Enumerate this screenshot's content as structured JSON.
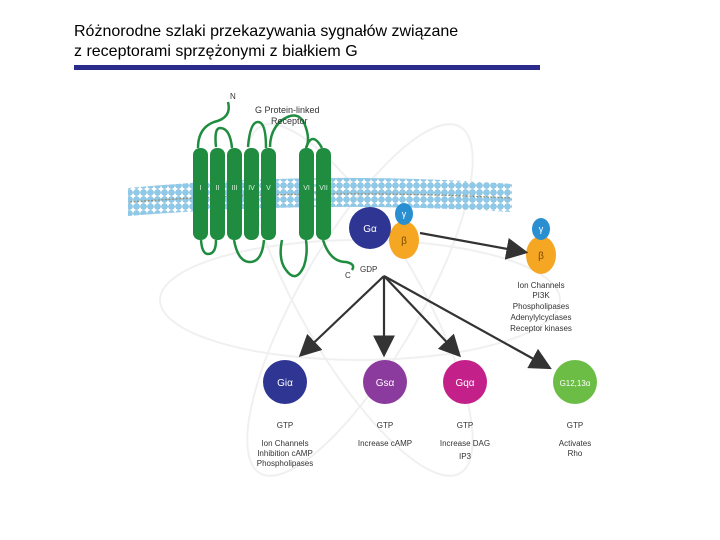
{
  "title": {
    "line1": "Różnorodne szlaki przekazywania sygnałów związane",
    "line2": "z receptorami sprzężonymi z białkiem G"
  },
  "receptor": {
    "n_terminus": "N",
    "c_terminus": "C",
    "name_line1": "G Protein-linked",
    "name_line2": "Receptor",
    "helices": [
      "I",
      "II",
      "III",
      "IV",
      "V",
      "VI",
      "VII"
    ]
  },
  "complex": {
    "alpha": "Gα",
    "beta": "β",
    "gamma": "γ",
    "gdp": "GDP"
  },
  "beta_gamma": {
    "gamma": "γ",
    "beta": "β",
    "targets": [
      "Ion Channels",
      "PI3K",
      "Phospholipases",
      "Adenylylcyclases",
      "Receptor kinases"
    ]
  },
  "subunits": [
    {
      "label": "Giα",
      "gtp": "GTP",
      "effects": [
        "Ion Channels",
        "Inhibition cAMP",
        "Phospholipases"
      ],
      "color": "#2e3592"
    },
    {
      "label": "Gsα",
      "gtp": "GTP",
      "effects": [
        "Increase cAMP"
      ],
      "color": "#8b3a9e"
    },
    {
      "label": "Gqα",
      "gtp": "GTP",
      "effects": [
        "Increase DAG",
        "IP3"
      ],
      "color": "#c4208a"
    },
    {
      "label": "G12,13α",
      "gtp": "GTP",
      "effects": [
        "Activates",
        "Rho"
      ],
      "color": "#6cbd45"
    }
  ],
  "colors": {
    "title_bar": "#2b2b8c",
    "receptor": "#1f8c3f",
    "membrane": "#8ec9e8",
    "beta": "#f5a623",
    "gamma": "#2a8fd0",
    "arrow": "#333333"
  }
}
